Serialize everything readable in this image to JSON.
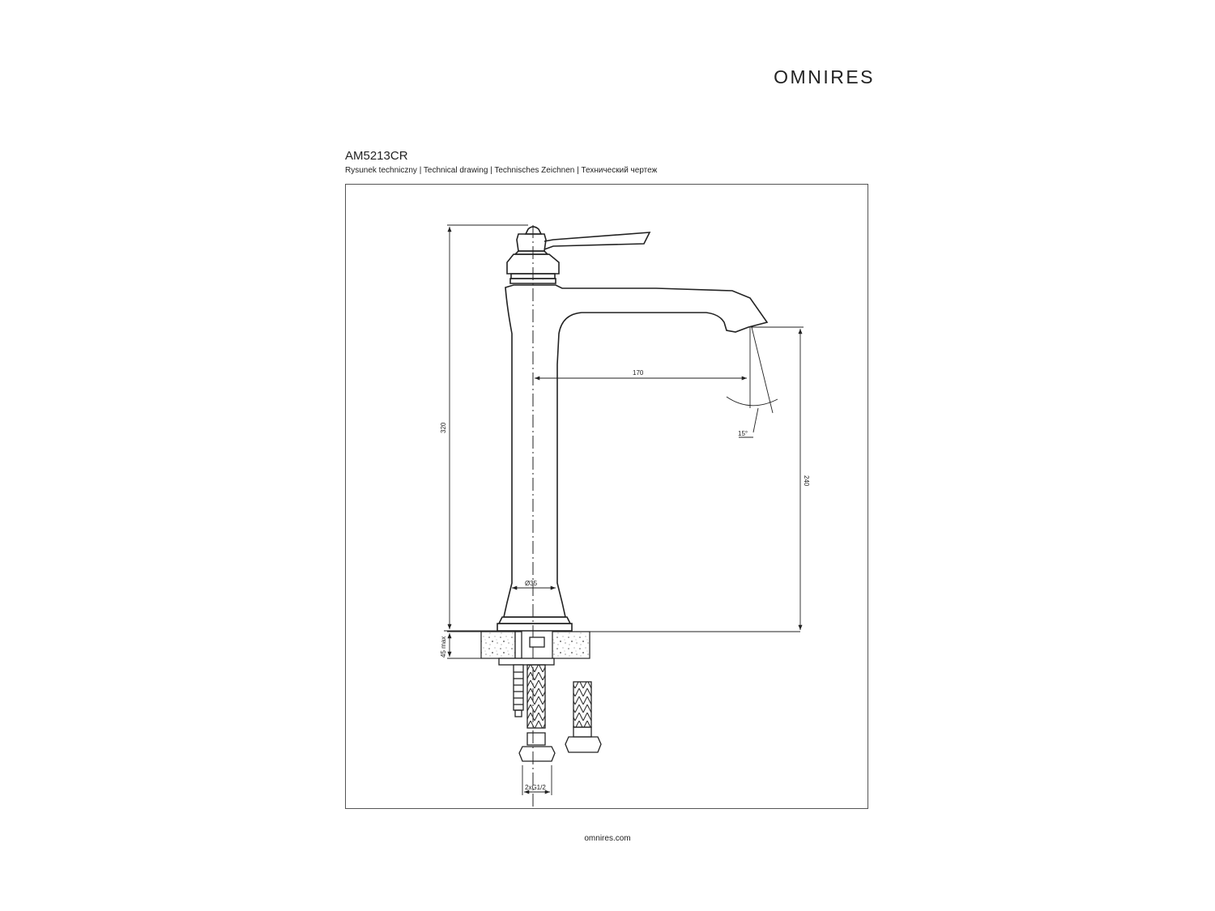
{
  "header": {
    "brand": "OMNIRES",
    "model": "AM5213CR",
    "subtitle": "Rysunek techniczny | Technical drawing | Technisches Zeichnen | Технический чертеж"
  },
  "dimensions": {
    "spout_reach": "170",
    "total_height": "320",
    "outlet_height": "240",
    "base_diameter": "Ø35",
    "swivel_angle": "15°",
    "max_counter_thickness": "45 max",
    "connections": "2xG1/2"
  },
  "footer": {
    "website": "omnires.com"
  }
}
